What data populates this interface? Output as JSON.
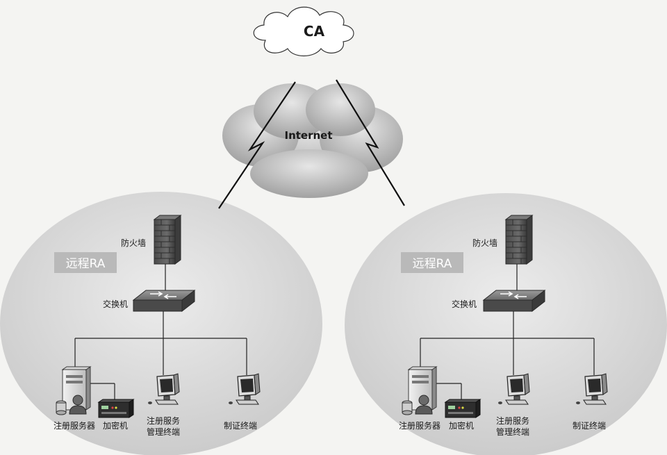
{
  "ca": {
    "label": "CA"
  },
  "internet": {
    "label": "Internet"
  },
  "sites": [
    {
      "ra_label": "远程RA",
      "firewall_label": "防火墙",
      "switch_label": "交换机",
      "devices": {
        "server": "注册服务器",
        "encryptor": "加密机",
        "mgmt_line1": "注册服务",
        "mgmt_line2": "管理终端",
        "cert_terminal": "制证终端"
      }
    },
    {
      "ra_label": "远程RA",
      "firewall_label": "防火墙",
      "switch_label": "交换机",
      "devices": {
        "server": "注册服务器",
        "encryptor": "加密机",
        "mgmt_line1": "注册服务",
        "mgmt_line2": "管理终端",
        "cert_terminal": "制证终端"
      }
    }
  ],
  "colors": {
    "background": "#f4f4f2",
    "region_fill": "#d9d9d9",
    "ra_badge": "#b9b9b9",
    "ra_text": "#ffffff",
    "firewall": "#5a5a5a",
    "switch": "#6e6e6e",
    "cloud": "#bdbdbd",
    "line": "#222222"
  }
}
